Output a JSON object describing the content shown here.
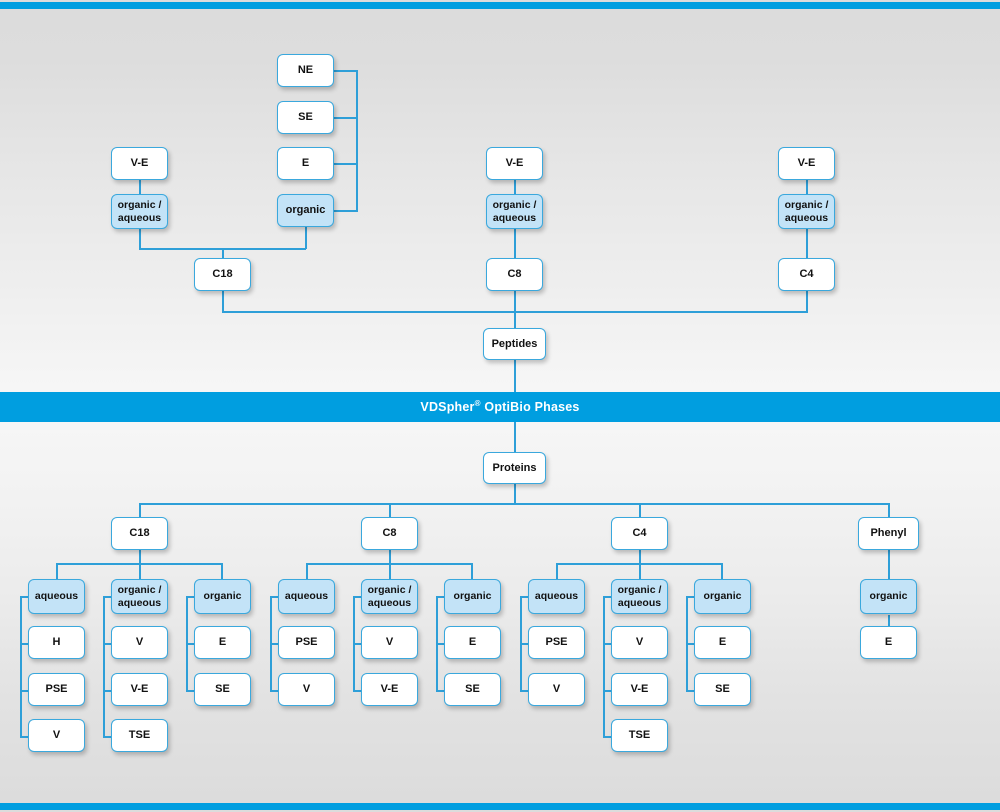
{
  "banner": {
    "brand": "VDSpher",
    "reg": "®",
    "rest": " OptiBio Phases"
  },
  "colors": {
    "brand_blue": "#009ee0",
    "line_blue": "#2e9fd8",
    "node_border": "#3aa8dd",
    "node_fill_highlight": "#c3e3f7",
    "node_fill_plain": "#ffffff",
    "banner_text": "#ffffff"
  },
  "diagram": {
    "type": "tree",
    "title": "VDSpher OptiBio Phases",
    "peptides": {
      "root_label": "Peptides",
      "columns": [
        {
          "phase": "C18",
          "groups": [
            {
              "header": "organic / aqueous",
              "header_line1": "organic /",
              "header_line2": "aqueous",
              "highlighted": true,
              "parents": [
                "V-E"
              ],
              "items": [
                "V-E"
              ]
            },
            {
              "header": "organic",
              "highlighted": true,
              "parents": [
                "NE",
                "SE",
                "E"
              ],
              "items": [
                "NE",
                "SE",
                "E"
              ]
            }
          ]
        },
        {
          "phase": "C8",
          "groups": [
            {
              "header": "organic / aqueous",
              "header_line1": "organic /",
              "header_line2": "aqueous",
              "highlighted": true,
              "parents": [
                "V-E"
              ],
              "items": [
                "V-E"
              ]
            }
          ]
        },
        {
          "phase": "C4",
          "groups": [
            {
              "header": "organic / aqueous",
              "header_line1": "organic /",
              "header_line2": "aqueous",
              "highlighted": true,
              "parents": [
                "V-E"
              ],
              "items": [
                "V-E"
              ]
            }
          ]
        }
      ]
    },
    "proteins": {
      "root_label": "Proteins",
      "columns": [
        {
          "phase": "C18",
          "groups": [
            {
              "header": "aqueous",
              "highlighted": true,
              "items": [
                "H",
                "PSE",
                "V"
              ]
            },
            {
              "header": "organic / aqueous",
              "header_line1": "organic /",
              "header_line2": "aqueous",
              "highlighted": true,
              "items": [
                "V",
                "V-E",
                "TSE"
              ]
            },
            {
              "header": "organic",
              "highlighted": true,
              "items": [
                "E",
                "SE"
              ]
            }
          ]
        },
        {
          "phase": "C8",
          "groups": [
            {
              "header": "aqueous",
              "highlighted": true,
              "items": [
                "PSE",
                "V"
              ]
            },
            {
              "header": "organic / aqueous",
              "header_line1": "organic /",
              "header_line2": "aqueous",
              "highlighted": true,
              "items": [
                "V",
                "V-E"
              ]
            },
            {
              "header": "organic",
              "highlighted": true,
              "items": [
                "E",
                "SE"
              ]
            }
          ]
        },
        {
          "phase": "C4",
          "groups": [
            {
              "header": "aqueous",
              "highlighted": true,
              "items": [
                "PSE",
                "V"
              ]
            },
            {
              "header": "organic / aqueous",
              "header_line1": "organic /",
              "header_line2": "aqueous",
              "highlighted": true,
              "items": [
                "V",
                "V-E",
                "TSE"
              ]
            },
            {
              "header": "organic",
              "highlighted": true,
              "items": [
                "E",
                "SE"
              ]
            }
          ]
        },
        {
          "phase": "Phenyl",
          "groups": [
            {
              "header": "organic",
              "highlighted": true,
              "items": [
                "E"
              ]
            }
          ]
        }
      ]
    }
  },
  "nodes": {
    "t_ne": "NE",
    "t_se": "SE",
    "t_e": "E",
    "t_organic": "organic",
    "t_ve1": "V-E",
    "t_oa1_l1": "organic /",
    "t_oa1_l2": "aqueous",
    "t_c18": "C18",
    "t_ve2": "V-E",
    "t_oa2_l1": "organic /",
    "t_oa2_l2": "aqueous",
    "t_c8": "C8",
    "t_ve3": "V-E",
    "t_oa3_l1": "organic /",
    "t_oa3_l2": "aqueous",
    "t_c4": "C4",
    "peptides": "Peptides",
    "proteins": "Proteins",
    "b_c18": "C18",
    "b_c8": "C8",
    "b_c4": "C4",
    "b_phenyl": "Phenyl",
    "b_aqueous": "aqueous",
    "b_organic": "organic",
    "b_oa_l1": "organic /",
    "b_oa_l2": "aqueous",
    "c18_aq_1": "H",
    "c18_aq_2": "PSE",
    "c18_aq_3": "V",
    "c18_oa_1": "V",
    "c18_oa_2": "V-E",
    "c18_oa_3": "TSE",
    "c18_or_1": "E",
    "c18_or_2": "SE",
    "c8_aq_1": "PSE",
    "c8_aq_2": "V",
    "c8_oa_1": "V",
    "c8_oa_2": "V-E",
    "c8_or_1": "E",
    "c8_or_2": "SE",
    "c4_aq_1": "PSE",
    "c4_aq_2": "V",
    "c4_oa_1": "V",
    "c4_oa_2": "V-E",
    "c4_oa_3": "TSE",
    "c4_or_1": "E",
    "c4_or_2": "SE",
    "ph_or_1": "E"
  }
}
